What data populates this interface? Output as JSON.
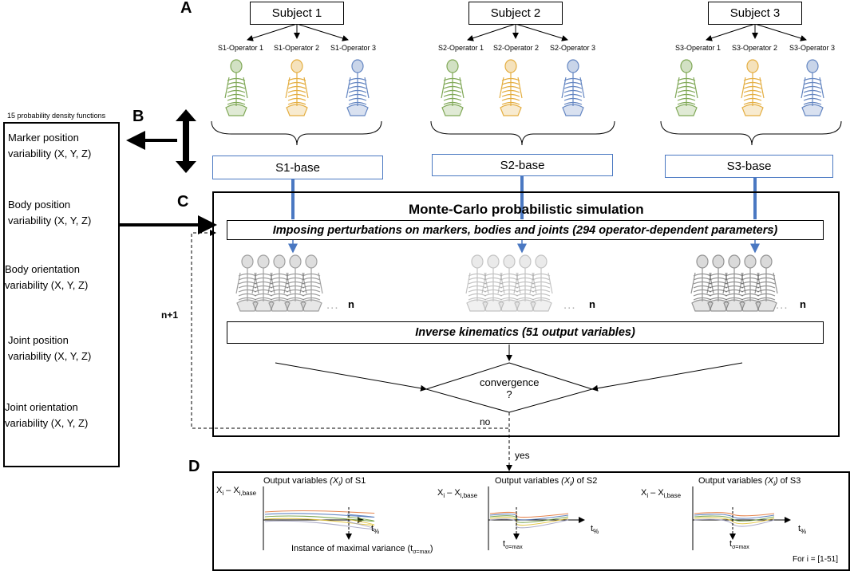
{
  "panel_labels": {
    "a": "A",
    "b": "B",
    "c": "C",
    "d": "D"
  },
  "subjects": [
    {
      "name": "Subject 1",
      "operators": [
        "S1-Operator 1",
        "S1-Operator 2",
        "S1-Operator 3"
      ],
      "base": "S1-base"
    },
    {
      "name": "Subject 2",
      "operators": [
        "S2-Operator 1",
        "S2-Operator 2",
        "S2-Operator 3"
      ],
      "base": "S2-base"
    },
    {
      "name": "Subject 3",
      "operators": [
        "S3-Operator 1",
        "S3-Operator 2",
        "S3-Operator 3"
      ],
      "base": "S3-base"
    }
  ],
  "operator_colors": [
    "#6a9a3a",
    "#e0a020",
    "#4a72b8"
  ],
  "pdf_panel": {
    "header": "15 probability density functions",
    "items": [
      {
        "line1": "Marker position",
        "line2": "variability (X, Y, Z)"
      },
      {
        "line1": "Body position",
        "line2": "variability (X, Y, Z)"
      },
      {
        "line1": "Body orientation",
        "line2": "variability (X, Y, Z)"
      },
      {
        "line1": "Joint position",
        "line2": "variability (X, Y, Z)"
      },
      {
        "line1": "Joint orientation",
        "line2": "variability (X, Y, Z)"
      }
    ]
  },
  "monte_carlo": {
    "title": "Monte-Carlo probabilistic simulation",
    "perturbation": "Imposing perturbations on markers, bodies and joints (294  operator-dependent parameters)",
    "inverse_kinematics": "Inverse kinematics (51 output variables)",
    "convergence_line1": "convergence",
    "convergence_line2": "?",
    "n_label": "n",
    "loop_label": "n+1",
    "no_label": "no",
    "yes_label": "yes",
    "ellipsis": "..."
  },
  "outputs": {
    "ylabel": "X",
    "ylabel_sub1": "i",
    "ylabel_mid": " – X",
    "ylabel_sub2": "i,base",
    "xlabel": "t",
    "xlabel_sub": "%",
    "titles": [
      {
        "prefix": "Output variables ",
        "var": "(X",
        "var_sub": "i",
        "var_close": ")",
        "suffix": " of S1"
      },
      {
        "prefix": "Output variables ",
        "var": "(X",
        "var_sub": "i",
        "var_close": ")",
        "suffix": " of S2"
      },
      {
        "prefix": "Output variables ",
        "var": "(X",
        "var_sub": "i",
        "var_close": ")",
        "suffix": " of S3"
      }
    ],
    "instance_text": "Instance of maximal variance (t",
    "instance_sub": "σ=max",
    "instance_close": ")",
    "t_sigma": "t",
    "t_sigma_sub": "σ=max",
    "range_note": "For i = [1-51]"
  }
}
